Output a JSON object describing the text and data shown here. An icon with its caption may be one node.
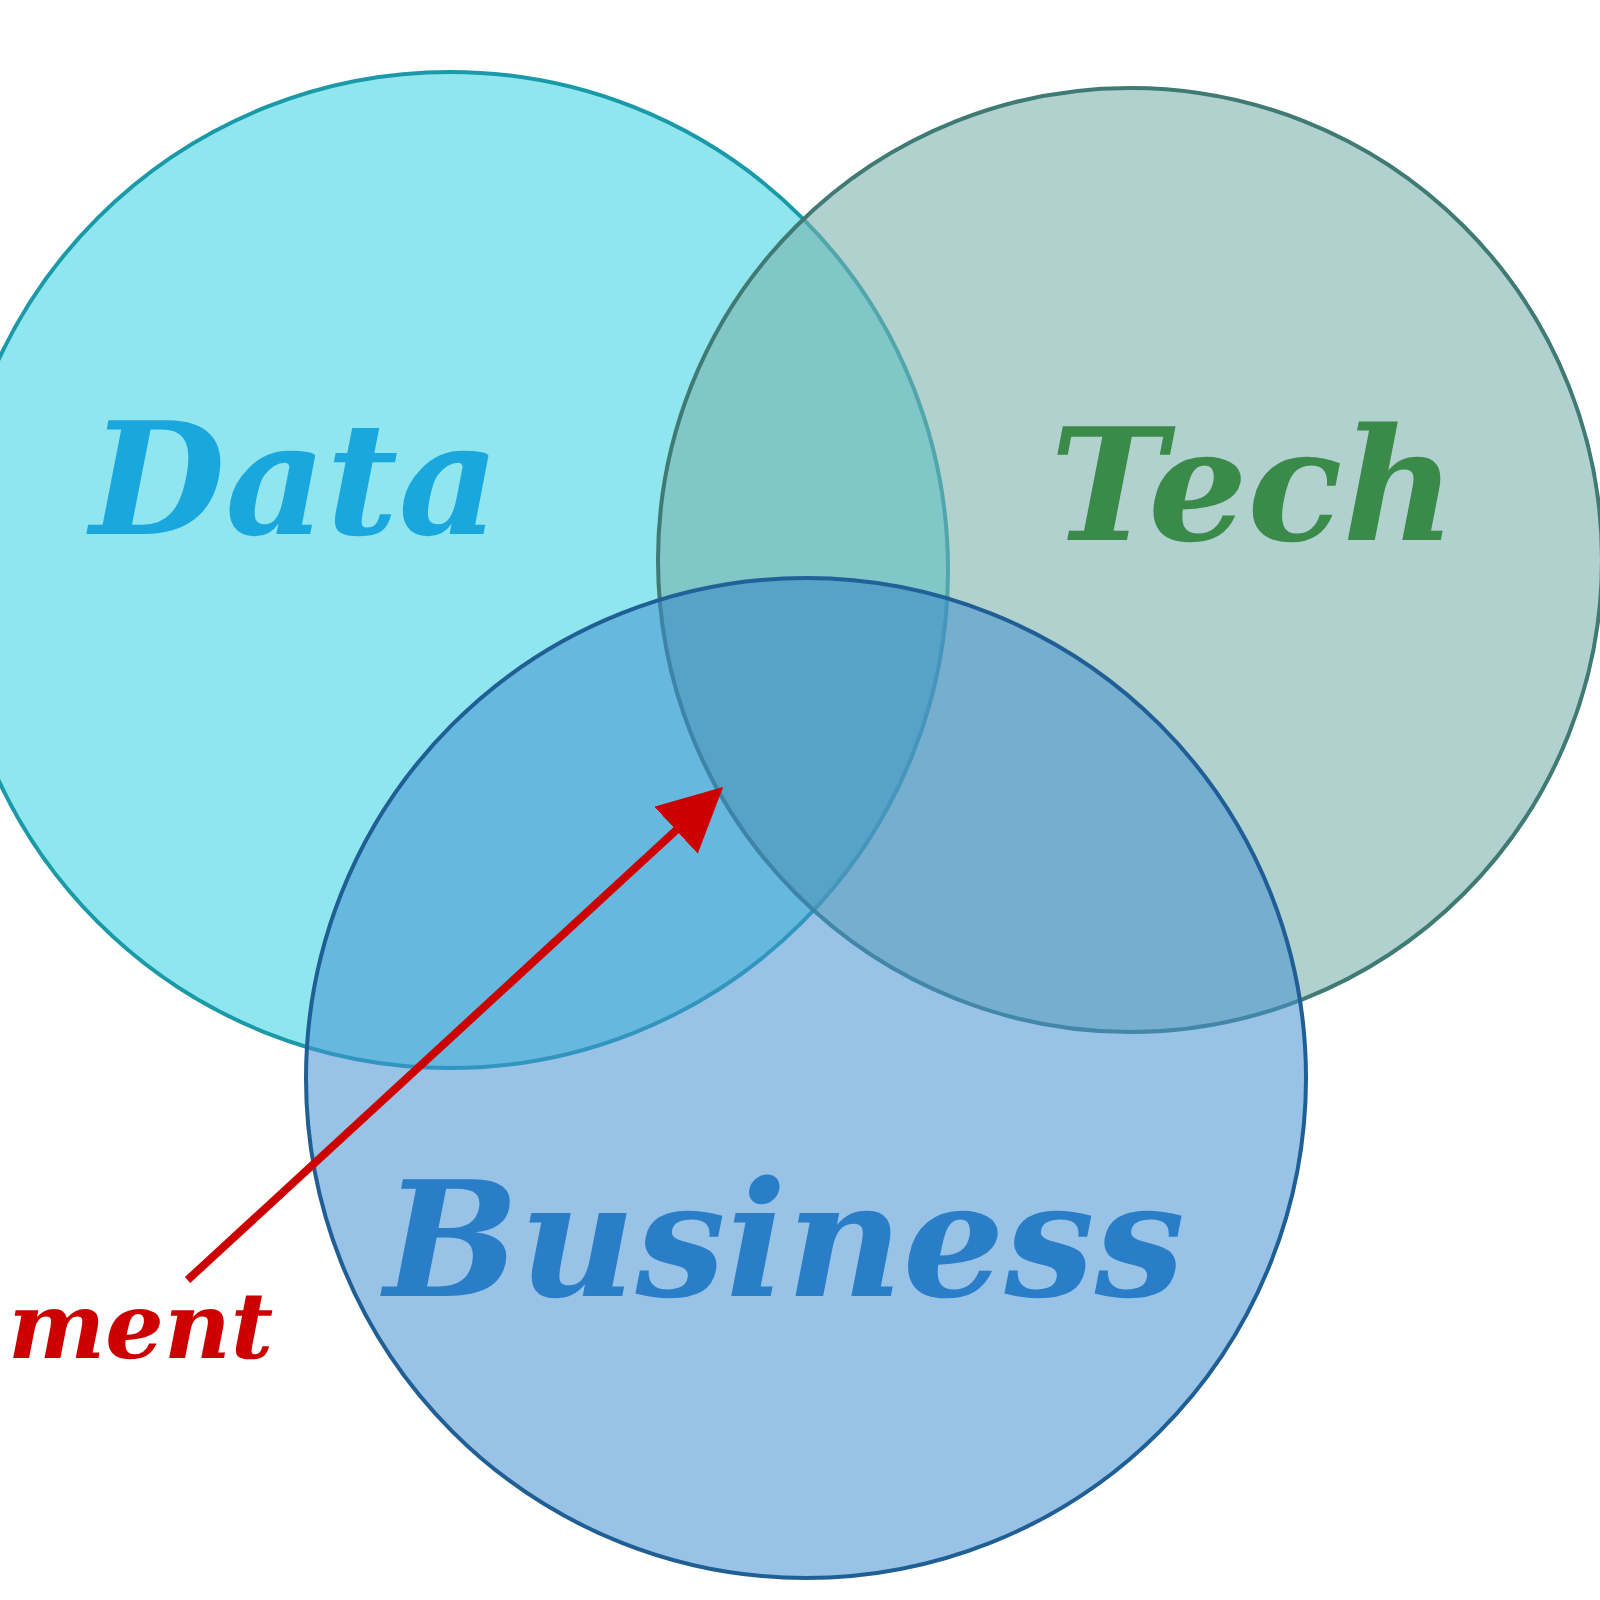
{
  "diagram": {
    "nodes": [
      {
        "text": [
          "Data"
        ]
      },
      {
        "text": [
          "Tech"
        ]
      },
      {
        "text": [
          "Business"
        ]
      },
      {
        "text": [
          "ment"
        ]
      },
      {
        "text": [],
        "shape": "region"
      }
    ],
    "edges": [
      {
        "from": 3,
        "to": 4,
        "arrow": "to",
        "color": "#cc0000"
      }
    ]
  }
}
